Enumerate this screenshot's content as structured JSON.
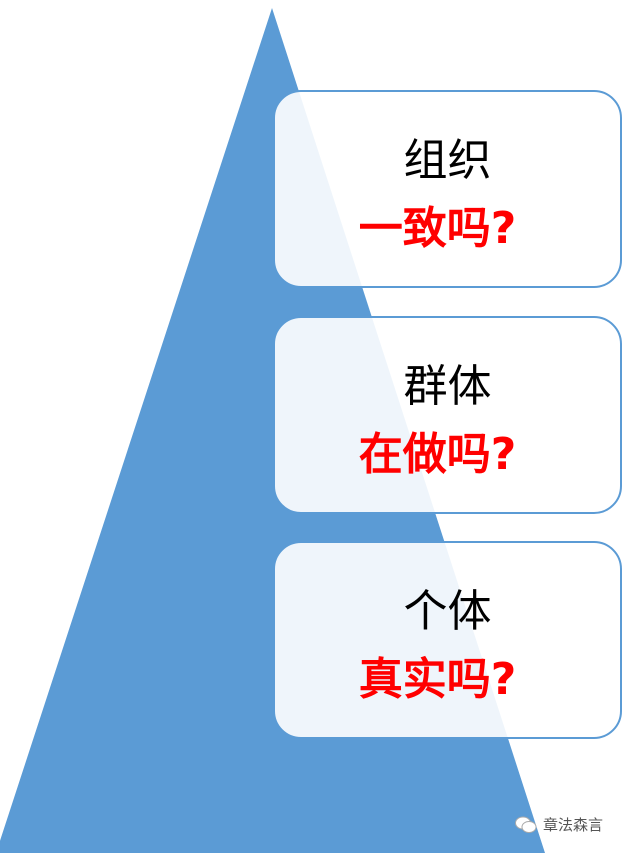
{
  "colors": {
    "triangle": "#5b9bd5",
    "box_border": "#5b9bd5",
    "question": "#ff0000"
  },
  "levels": [
    {
      "title": "组织",
      "question": "一致吗?"
    },
    {
      "title": "群体",
      "question": "在做吗?"
    },
    {
      "title": "个体",
      "question": "真实吗?"
    }
  ],
  "watermark": {
    "icon": "wechat-icon",
    "text": "章法森言"
  }
}
